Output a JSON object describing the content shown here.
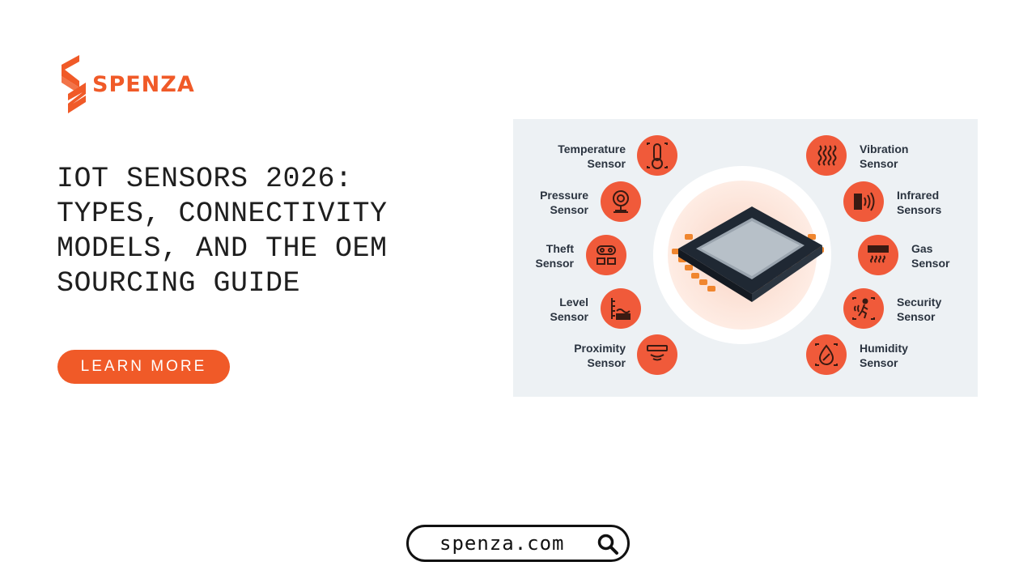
{
  "brand": {
    "name": "SPENZA",
    "color": "#f05a28",
    "icon": "spenza-logo-icon"
  },
  "headline": {
    "lines": [
      "IOT SENSORS 2026:",
      "TYPES, CONNECTIVITY",
      "MODELS, AND THE OEM",
      "SOURCING GUIDE"
    ]
  },
  "cta": {
    "label": "LEARN MORE"
  },
  "infographic": {
    "center_icon": "microchip-icon",
    "sensors": [
      {
        "label": "Temperature\nSensor",
        "icon": "thermometer-icon",
        "side": "left"
      },
      {
        "label": "Pressure\nSensor",
        "icon": "pressure-gauge-icon",
        "side": "left"
      },
      {
        "label": "Theft\nSensor",
        "icon": "theft-alarm-icon",
        "side": "left"
      },
      {
        "label": "Level\nSensor",
        "icon": "level-gauge-icon",
        "side": "left"
      },
      {
        "label": "Proximity\nSensor",
        "icon": "proximity-icon",
        "side": "left"
      },
      {
        "label": "Vibration\nSensor",
        "icon": "vibration-icon",
        "side": "right"
      },
      {
        "label": "Infrared\nSensors",
        "icon": "infrared-icon",
        "side": "right"
      },
      {
        "label": "Gas\nSensor",
        "icon": "gas-icon",
        "side": "right"
      },
      {
        "label": "Security\nSensor",
        "icon": "security-motion-icon",
        "side": "right"
      },
      {
        "label": "Humidity\nSensor",
        "icon": "humidity-icon",
        "side": "right"
      }
    ],
    "icon_color": "#f05a3a"
  },
  "footer": {
    "url": "spenza.com",
    "search_icon": "search-icon"
  }
}
